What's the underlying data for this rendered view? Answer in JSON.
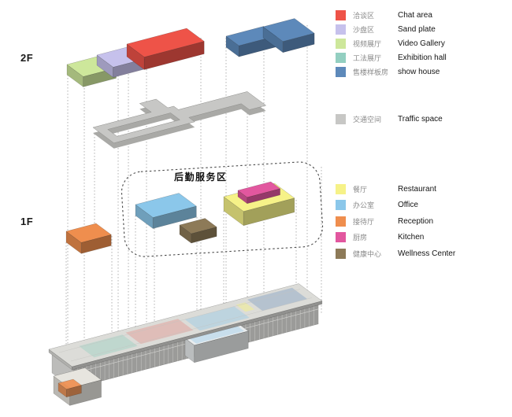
{
  "diagram": {
    "floor_labels": {
      "second": "2F",
      "first": "1F"
    },
    "service_zone_label": "后勤服务区"
  },
  "legend": {
    "groups": [
      {
        "name": "second-floor-program",
        "items": [
          {
            "key": "chat",
            "zh": "洽谈区",
            "en": "Chat area"
          },
          {
            "key": "sand",
            "zh": "沙盘区",
            "en": "Sand plate"
          },
          {
            "key": "video",
            "zh": "视频展厅",
            "en": "Video Gallery"
          },
          {
            "key": "exhibition",
            "zh": "工法展厅",
            "en": "Exhibition hall"
          },
          {
            "key": "showhouse",
            "zh": "售楼样板房",
            "en": "show house"
          }
        ]
      },
      {
        "name": "circulation",
        "items": [
          {
            "key": "traffic",
            "zh": "交通空间",
            "en": "Traffic space"
          }
        ]
      },
      {
        "name": "first-floor-program",
        "items": [
          {
            "key": "restaurant",
            "zh": "餐厅",
            "en": "Restaurant"
          },
          {
            "key": "office",
            "zh": "办公室",
            "en": "Office"
          },
          {
            "key": "reception",
            "zh": "接待厅",
            "en": "Reception"
          },
          {
            "key": "kitchen",
            "zh": "厨房",
            "en": "Kitchen"
          },
          {
            "key": "wellness",
            "zh": "健康中心",
            "en": "Wellness Center"
          }
        ]
      }
    ]
  },
  "colors": {
    "chat": "#ee5348",
    "sand": "#c6c1ec",
    "video": "#cde79b",
    "exhibition": "#93cfc1",
    "showhouse": "#5d89ba",
    "traffic": "#c7c7c5",
    "restaurant": "#f6f288",
    "office": "#8bc7ea",
    "reception": "#ef8e4e",
    "kitchen": "#e2579f",
    "wellness": "#8d7a58"
  }
}
